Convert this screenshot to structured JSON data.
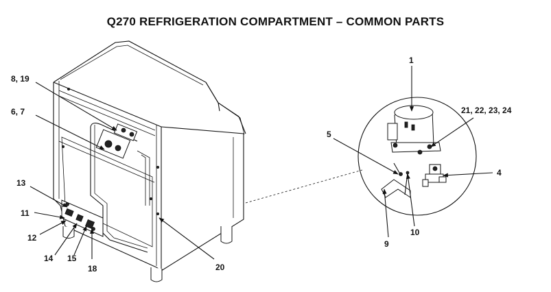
{
  "title": "Q270 REFRIGERATION COMPARTMENT – COMMON PARTS",
  "labels": {
    "l1": "1",
    "l4": "4",
    "l5": "5",
    "l6_7": "6, 7",
    "l8_19": "8, 19",
    "l9": "9",
    "l10": "10",
    "l11": "11",
    "l12": "12",
    "l13": "13",
    "l14": "14",
    "l15": "15",
    "l18": "18",
    "l20": "20",
    "l21_24": "21, 22, 23, 24"
  }
}
